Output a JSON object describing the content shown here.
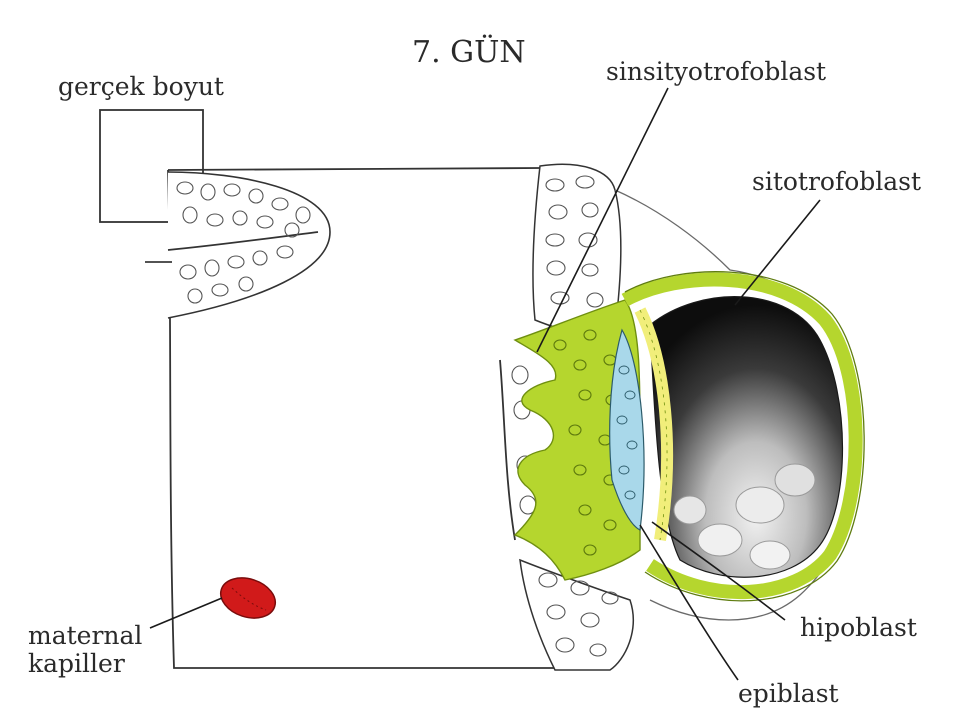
{
  "title": "7. GÜN",
  "labels": {
    "real_size": "gerçek boyut",
    "syncytiotrophoblast": "sinsityotrofoblast",
    "cytotrophoblast": "sitotrofoblast",
    "hypoblast": "hipoblast",
    "epiblast": "epiblast",
    "maternal_line1": "maternal",
    "maternal_line2": "kapiller"
  },
  "colors": {
    "trophoblast": "#b5d62e",
    "trophoblast_dark": "#8fb51c",
    "epiblast": "#a9d8ea",
    "hypoblast_band": "#f1ee7a",
    "blastocoel": "#0d0d0d",
    "capillary": "#d11a1a"
  }
}
